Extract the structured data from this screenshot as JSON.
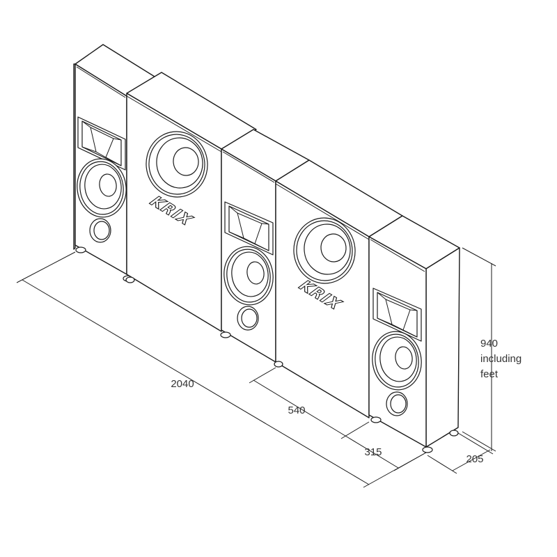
{
  "dimensions": {
    "total_width": "2040",
    "sub_width": "540",
    "unit_width": "315",
    "depth": "205",
    "height_line1": "940",
    "height_line2": "including",
    "height_line3": "feet"
  },
  "brand_logo": "KRIX",
  "speakers": [
    {
      "type": "main",
      "components": [
        "horn",
        "woofer",
        "port"
      ]
    },
    {
      "type": "subwoofer",
      "components": [
        "driver",
        "logo"
      ]
    },
    {
      "type": "main",
      "components": [
        "horn",
        "woofer",
        "port"
      ]
    },
    {
      "type": "subwoofer",
      "components": [
        "driver",
        "logo"
      ]
    },
    {
      "type": "main",
      "components": [
        "horn",
        "woofer",
        "port"
      ]
    }
  ]
}
